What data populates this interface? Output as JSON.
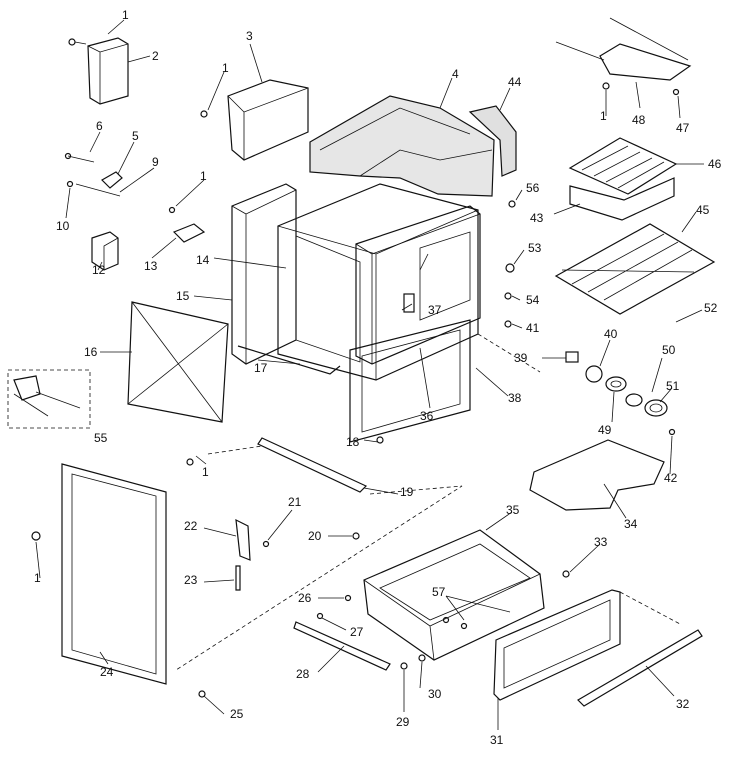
{
  "parts": [
    "1",
    "2",
    "3",
    "4",
    "5",
    "6",
    "9",
    "10",
    "12",
    "13",
    "14",
    "15",
    "16",
    "17",
    "18",
    "19",
    "20",
    "21",
    "22",
    "23",
    "24",
    "25",
    "26",
    "27",
    "28",
    "29",
    "30",
    "31",
    "32",
    "33",
    "34",
    "35",
    "36",
    "37",
    "38",
    "39",
    "40",
    "41",
    "42",
    "43",
    "44",
    "45",
    "46",
    "47",
    "48",
    "49",
    "50",
    "51",
    "52",
    "53",
    "54",
    "55",
    "56",
    "57"
  ]
}
